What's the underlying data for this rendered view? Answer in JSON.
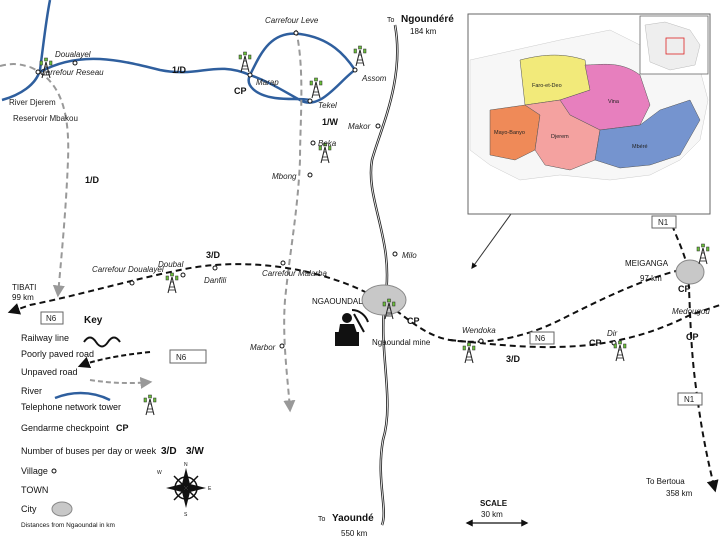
{
  "destinations": {
    "north": {
      "to": "To",
      "name": "Ngoundéré",
      "dist": "184 km"
    },
    "south": {
      "to": "To",
      "name": "Yaoundé",
      "dist": "550 km"
    },
    "bertoua": {
      "name": "To Bertoua",
      "dist": "358 km"
    },
    "tibati": {
      "name": "TIBATI",
      "dist": "99 km"
    },
    "meiganga": {
      "name": "MEIGANGA",
      "dist": "97 km"
    }
  },
  "towns": {
    "ngaoundal": "NGAOUNDAL",
    "mine": "Ngaoundal mine"
  },
  "villages": {
    "doualayel": "Doualayel",
    "carrefour_reseau": "Carrefour Reseau",
    "carrefour_leve": "Carrefour Leve",
    "marap": "Marap",
    "assom": "Assom",
    "tekel": "Tekel",
    "makor": "Makor",
    "beka": "Beka",
    "mbong": "Mbong",
    "milo": "Milo",
    "doubal": "Doubal",
    "danfili": "Danfili",
    "carrefour_doualayel": "Carrefour Doualayel",
    "carrefour_malarba": "Carrefour Malarba",
    "marbor": "Marbor",
    "wendoka": "Wendoka",
    "dir": "Dir",
    "medougou": "Medougou"
  },
  "water": {
    "river": "River Djerem",
    "reservoir": "Reservoir Mbakou"
  },
  "road_labels": {
    "n6_west": "N6",
    "n6_east": "N6",
    "n1_north": "N1",
    "n1_south": "N1",
    "n6_key": "N6"
  },
  "bus_labels": {
    "l1": "1/D",
    "l2": "1/D",
    "l3": "3/D",
    "l4": "3/D",
    "l5": "1/W"
  },
  "checkpoint": "CP",
  "key": {
    "title": "Key",
    "railway": "Railway line",
    "poor_road": "Poorly paved road",
    "unpaved": "Unpaved road",
    "river": "River",
    "tower": "Telephone network tower",
    "gendarme": "Gendarme checkpoint",
    "gendarme_sym": "CP",
    "buses": "Number of buses per day or week",
    "bus_d": "3/D",
    "bus_w": "3/W",
    "village": "Village",
    "town": "TOWN",
    "city": "City",
    "distances": "Distances from Ngaoundal in km"
  },
  "scale": {
    "title": "SCALE",
    "value": "30 km"
  },
  "compass": {
    "n": "N",
    "s": "S",
    "e": "E",
    "w": "W"
  },
  "inset": {
    "regions": [
      "Faro-et-Deo",
      "Vina",
      "Mayo-Banyo",
      "Djerem",
      "Mbéré"
    ]
  },
  "colors": {
    "road": "#111111",
    "unpaved": "#999999",
    "river": "#2f5f9e",
    "faro": "#f2ea7a",
    "vina": "#e77fbe",
    "mayo": "#ef8a58",
    "djerem": "#f4a2a0",
    "mbere": "#7594cf"
  }
}
